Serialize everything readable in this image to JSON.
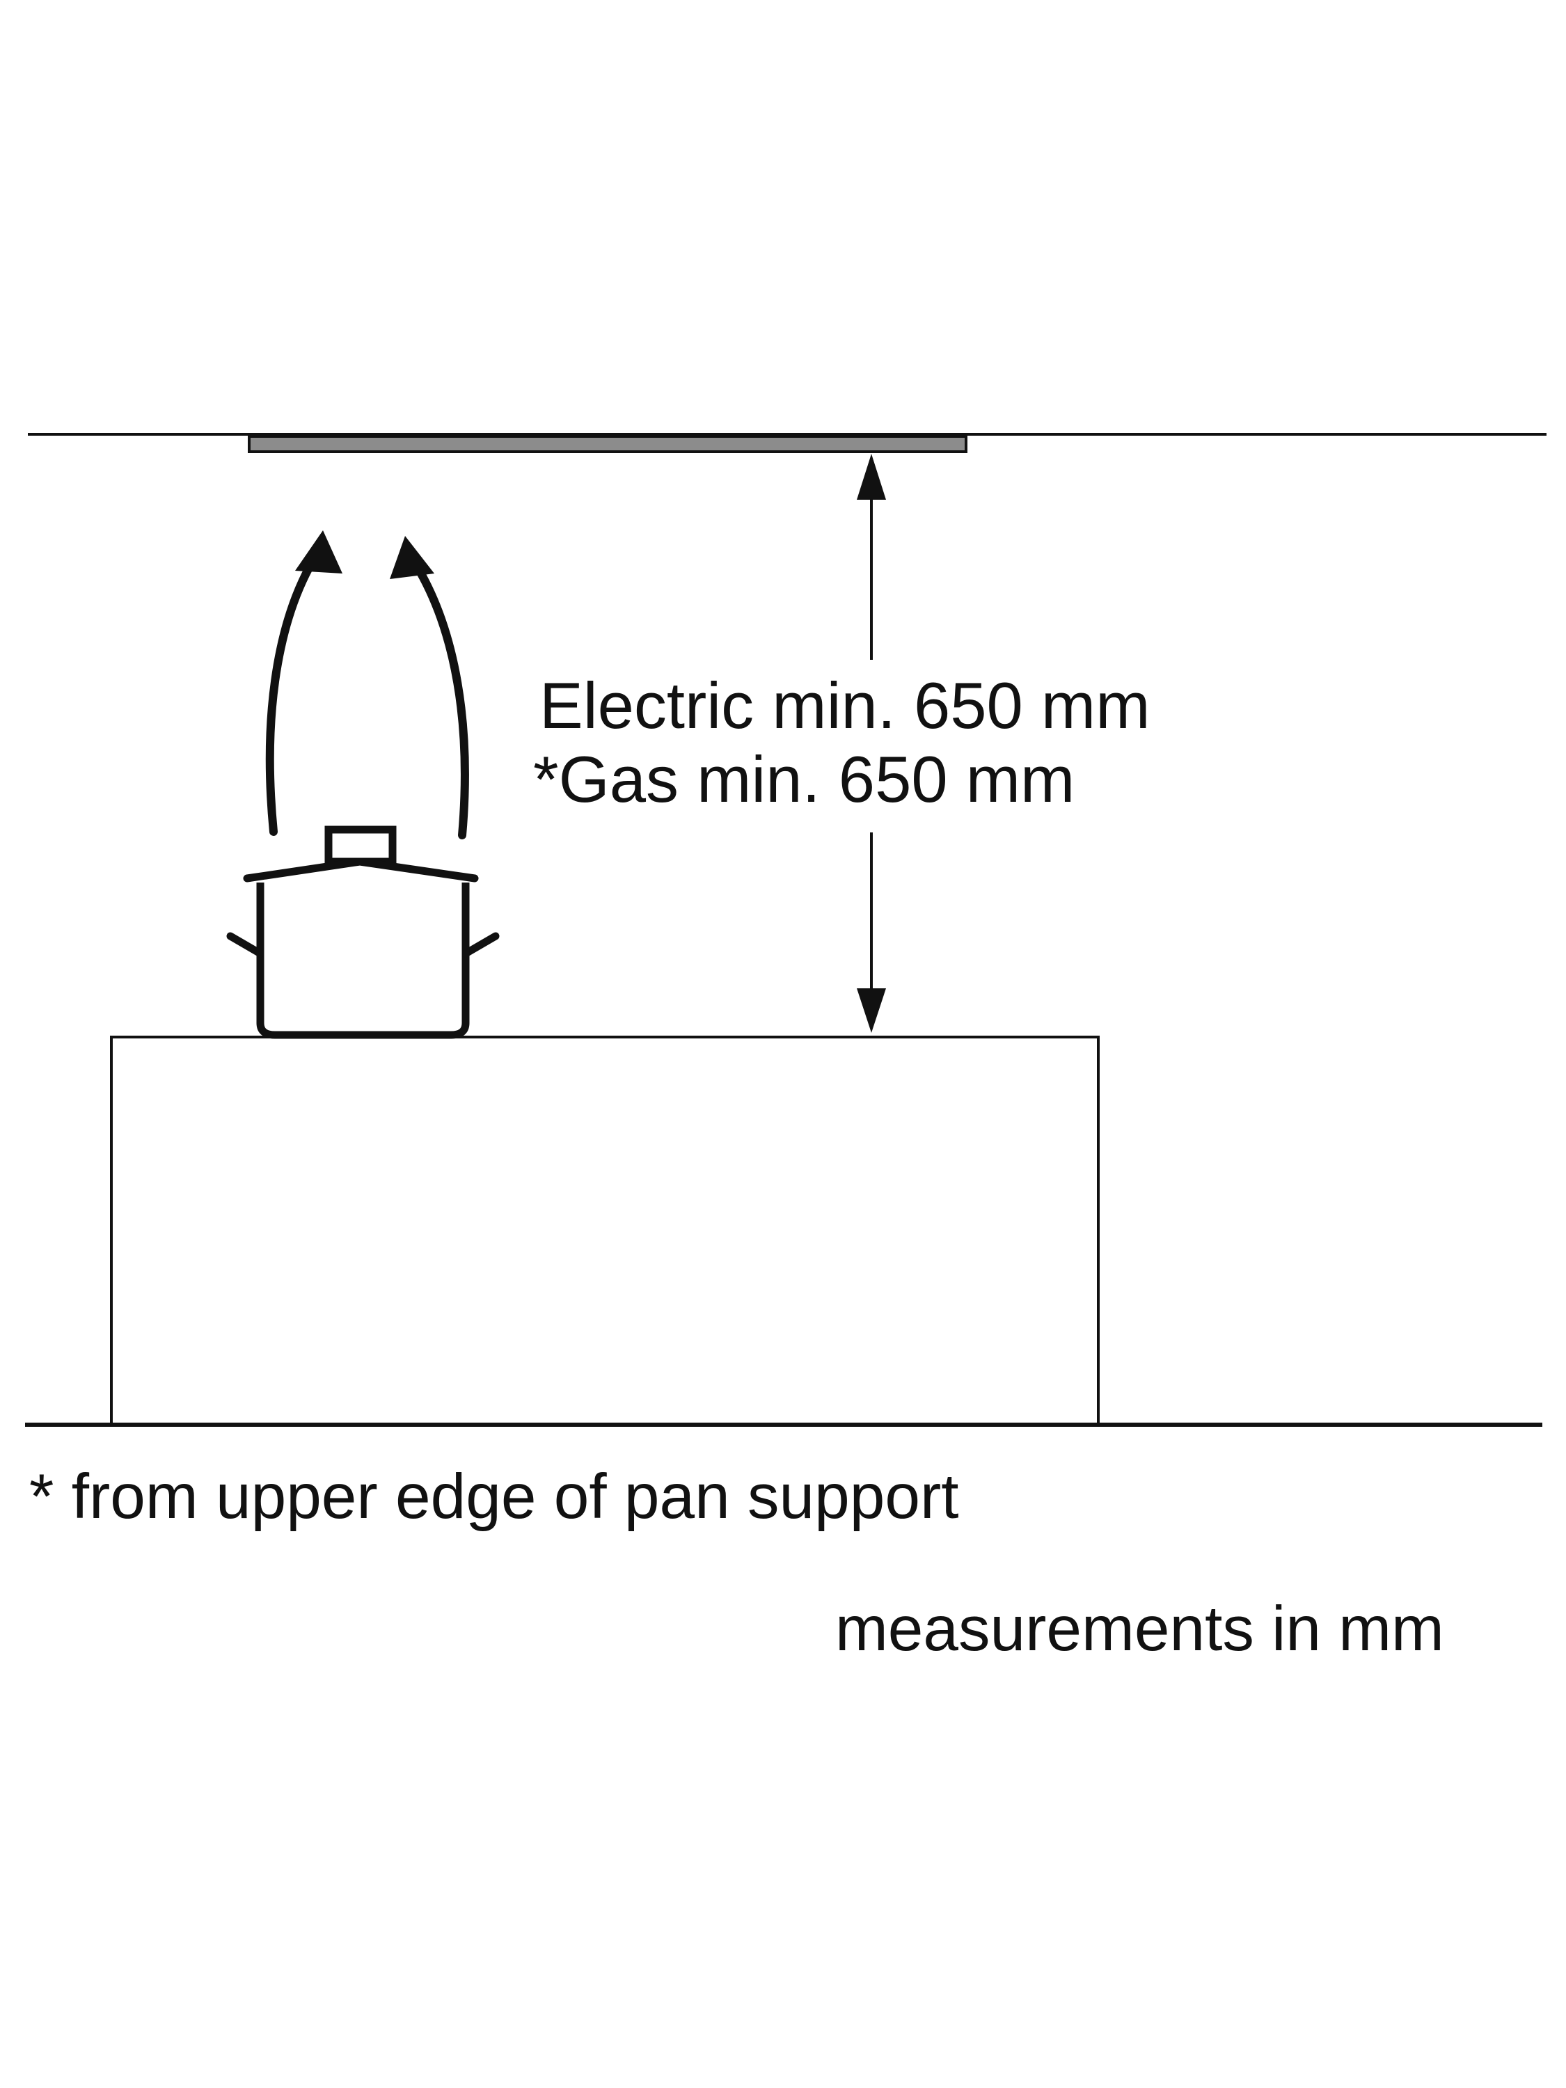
{
  "annotations": {
    "electric_clearance": "Electric min. 650 mm",
    "gas_clearance": "*Gas min. 650 mm",
    "footnote": "* from upper edge of pan support",
    "units_note": "measurements in mm"
  },
  "colors": {
    "line": "#111111",
    "hood_fill": "#8c8c8c",
    "background": "#ffffff"
  }
}
